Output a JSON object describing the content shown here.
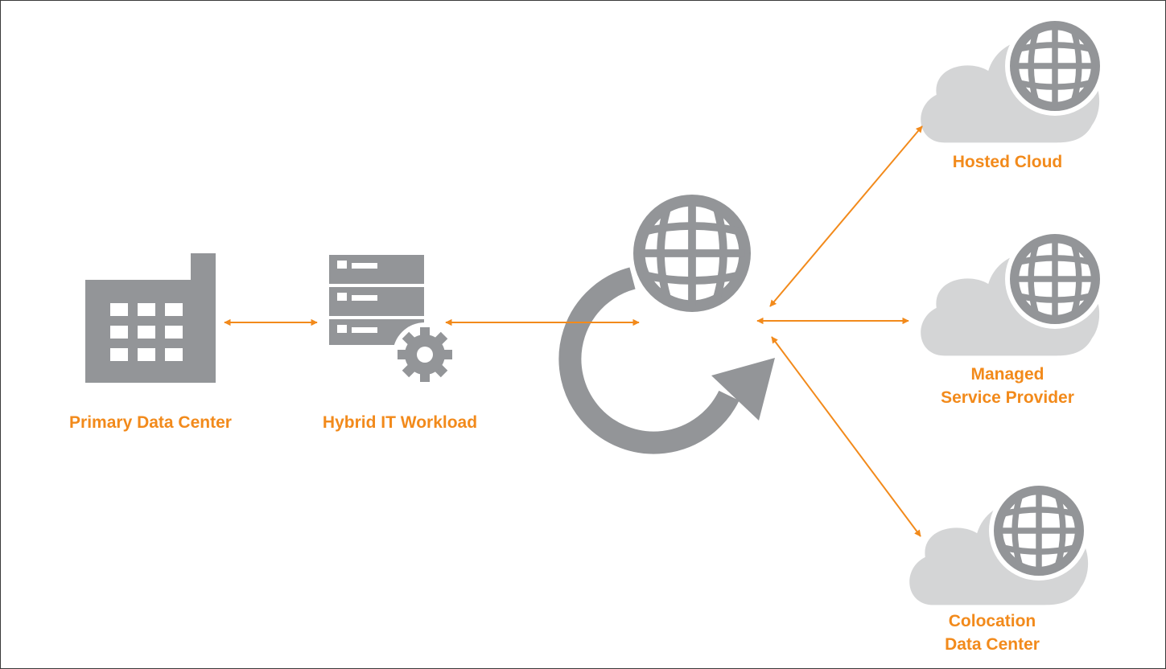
{
  "colors": {
    "accent": "#f28a1b",
    "icon_gray": "#939598",
    "cloud_gray": "#d4d5d6",
    "background": "#ffffff"
  },
  "nodes": {
    "primary": {
      "label": "Primary Data Center",
      "icon": "building-icon"
    },
    "hybrid": {
      "label": "Hybrid IT Workload",
      "icon": "server-gear-icon"
    },
    "internet": {
      "icon": "globe-refresh-icon"
    },
    "hosted": {
      "label": "Hosted Cloud",
      "icon": "cloud-globe-icon"
    },
    "managed": {
      "line1": "Managed",
      "line2": "Service Provider",
      "icon": "cloud-globe-icon"
    },
    "colocation": {
      "line1": "Colocation",
      "line2": "Data Center",
      "icon": "cloud-globe-icon"
    }
  }
}
